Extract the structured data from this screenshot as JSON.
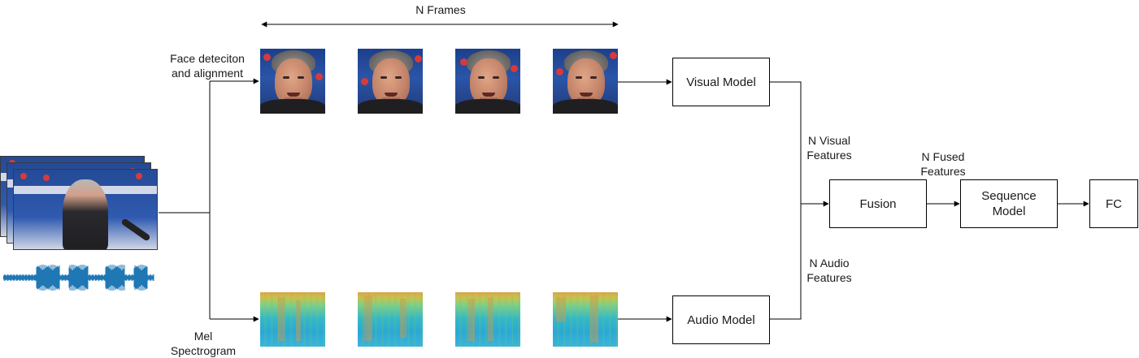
{
  "labels": {
    "n_frames": "N Frames",
    "face_detection": [
      "Face deteciton",
      "and alignment"
    ],
    "mel_spectrogram": [
      "Mel",
      "Spectrogram"
    ],
    "n_visual_features": [
      "N Visual",
      "Features"
    ],
    "n_audio_features": [
      "N Audio",
      "Features"
    ],
    "n_fused_features": [
      "N Fused",
      "Features"
    ]
  },
  "boxes": {
    "visual_model": "Visual Model",
    "audio_model": "Audio Model",
    "fusion": "Fusion",
    "sequence_model": [
      "Sequence",
      "Model"
    ],
    "fc": "FC"
  },
  "colors": {
    "stroke": "#000000",
    "waveform": "#1f77b4"
  },
  "frames_count_shown": 4
}
